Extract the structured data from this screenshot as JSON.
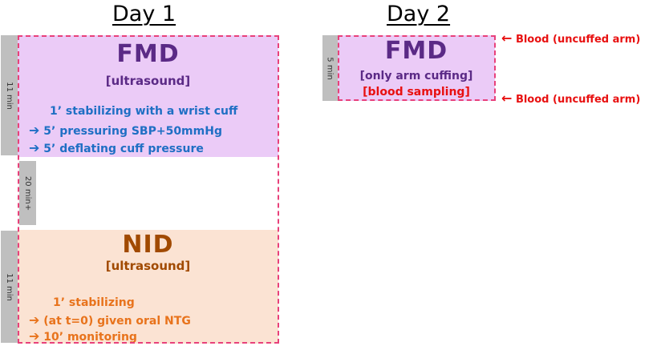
{
  "day1": {
    "title": "Day 1",
    "fmd": {
      "time": "11 min",
      "title": "FMD",
      "subtitle": "[ultrasound]",
      "steps": [
        {
          "arrow": "",
          "text": "1’ stabilizing with a wrist cuff"
        },
        {
          "arrow": "➔",
          "text": "5’ pressuring SBP+50mmHg"
        },
        {
          "arrow": "➔",
          "text": "5’ deflating cuff pressure"
        }
      ]
    },
    "gap": {
      "time": "20 min+"
    },
    "nid": {
      "time": "11 min",
      "title": "NID",
      "subtitle": "[ultrasound]",
      "steps": [
        {
          "arrow": "",
          "text": "1’ stabilizing"
        },
        {
          "arrow": "➔",
          "text": "(at t=0) given oral NTG"
        },
        {
          "arrow": "➔",
          "text": "10’ monitoring"
        }
      ]
    }
  },
  "day2": {
    "title": "Day 2",
    "fmd": {
      "time": "5 min",
      "title": "FMD",
      "subtitle": "[only arm cuffing]",
      "subtitle2": "[blood sampling]"
    },
    "blood_top": {
      "arrow": "←",
      "text": "Blood (uncuffed arm)"
    },
    "blood_bottom": {
      "arrow": "←",
      "text": "Blood (uncuffed arm)"
    }
  },
  "colors": {
    "fmd_fill": "#ebcbf7",
    "nid_fill": "#fbe3d3",
    "fmd_title": "#5b2a86",
    "fmd_text": "#1f6fc4",
    "nid_title": "#a14a00",
    "nid_text": "#e8731c",
    "dash": "#e8417a",
    "blood": "#e81010",
    "timebar": "#bfbfbf"
  }
}
